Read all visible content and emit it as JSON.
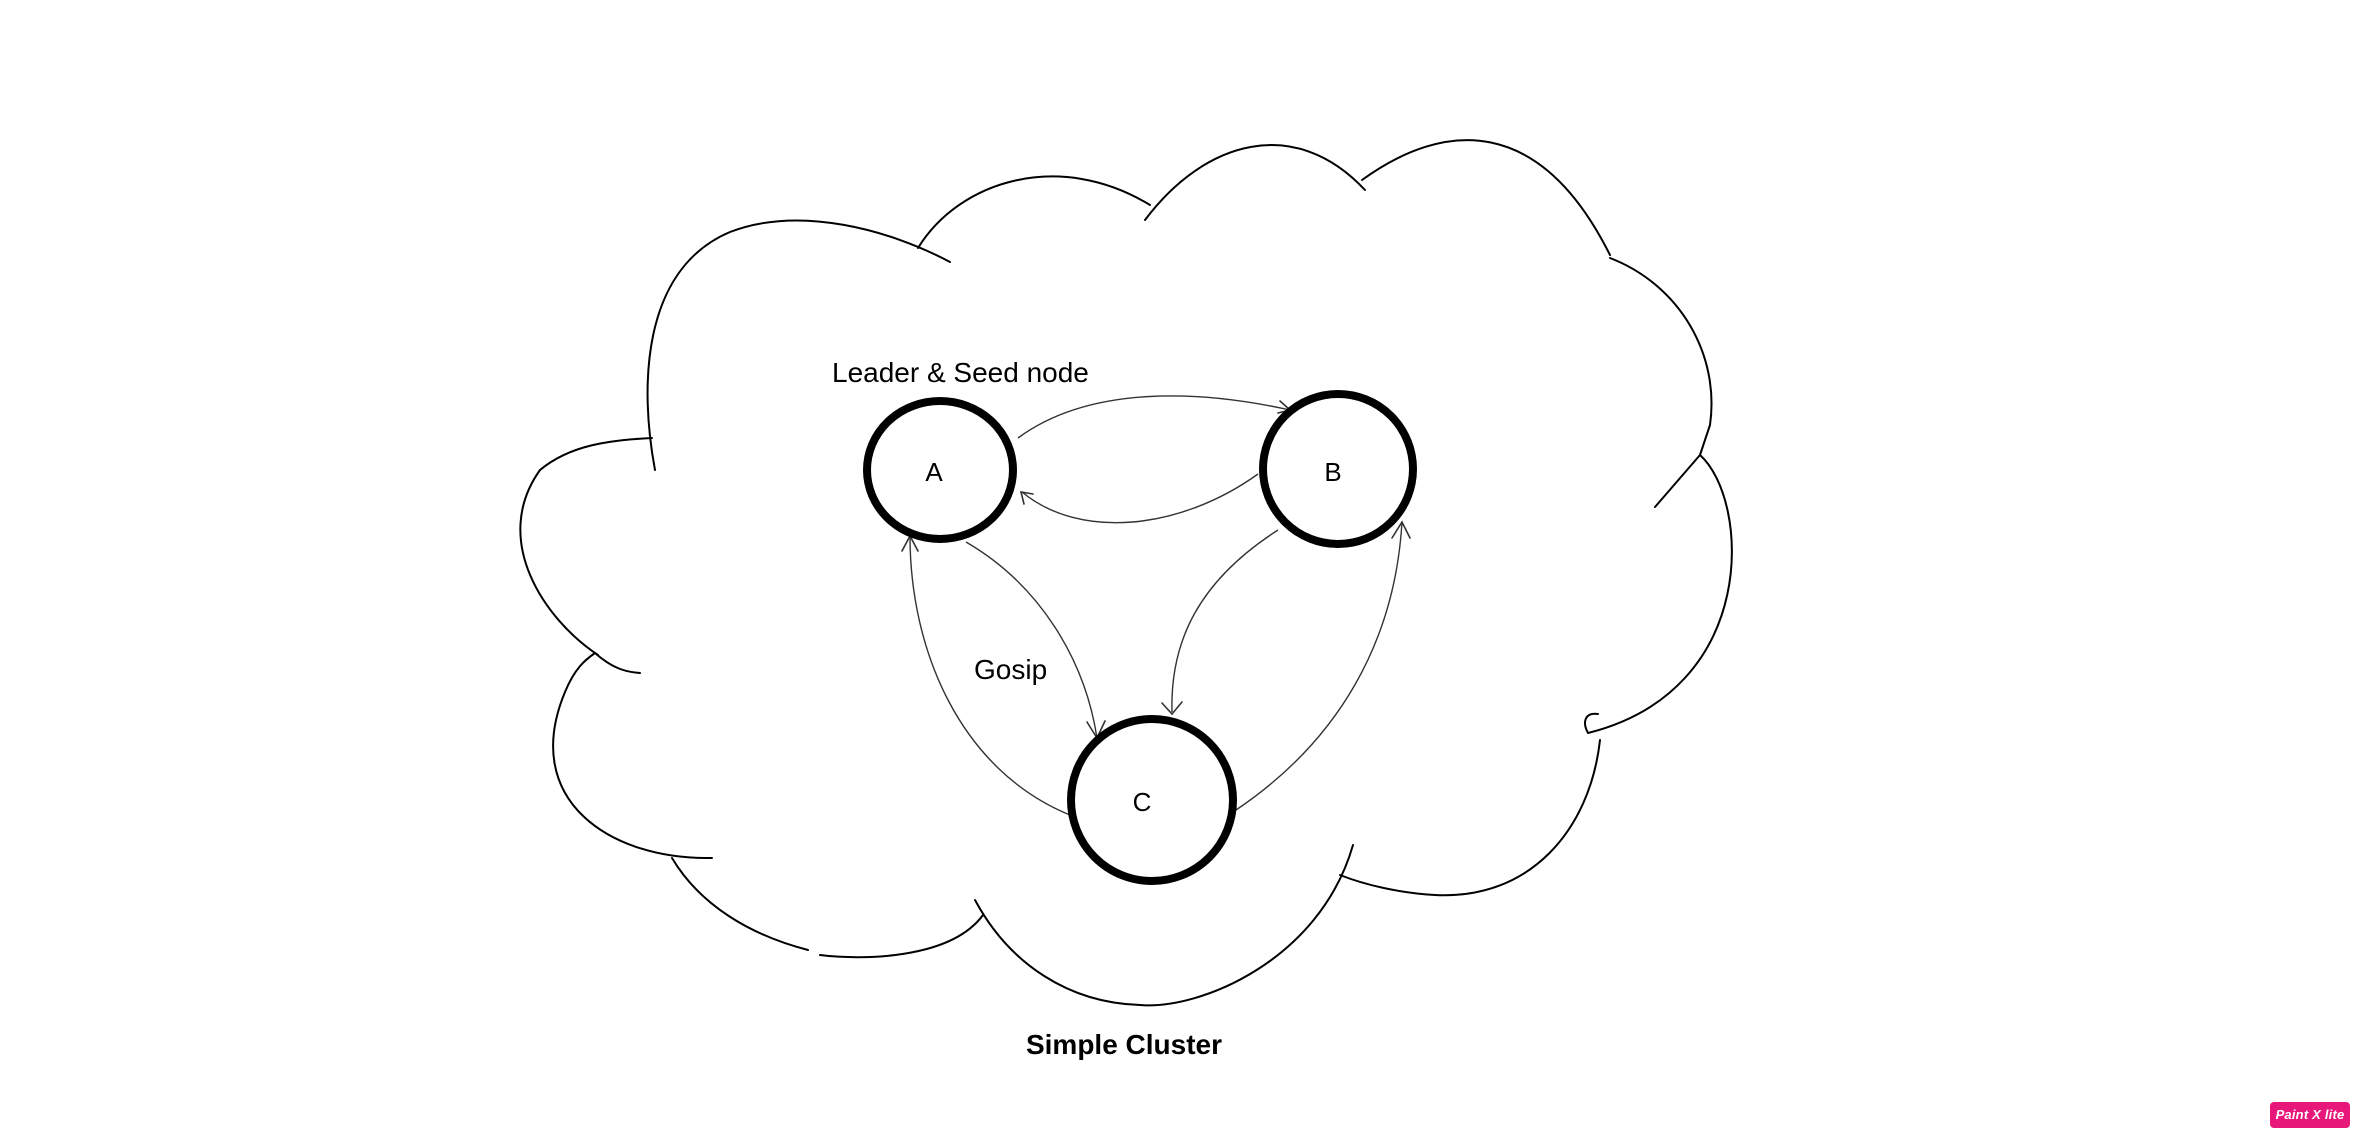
{
  "diagram": {
    "nodes": [
      {
        "id": "A",
        "label": "A"
      },
      {
        "id": "B",
        "label": "B"
      },
      {
        "id": "C",
        "label": "C"
      }
    ],
    "edges": [
      {
        "from": "A",
        "to": "B"
      },
      {
        "from": "B",
        "to": "A"
      },
      {
        "from": "A",
        "to": "C"
      },
      {
        "from": "C",
        "to": "A"
      },
      {
        "from": "B",
        "to": "C"
      },
      {
        "from": "C",
        "to": "B"
      }
    ],
    "annotations": {
      "leader_label": "Leader & Seed node",
      "gossip_label": "Gosip"
    },
    "title": "Simple Cluster"
  },
  "watermark": {
    "text": "Paint X lite",
    "color": "#e8177a"
  }
}
